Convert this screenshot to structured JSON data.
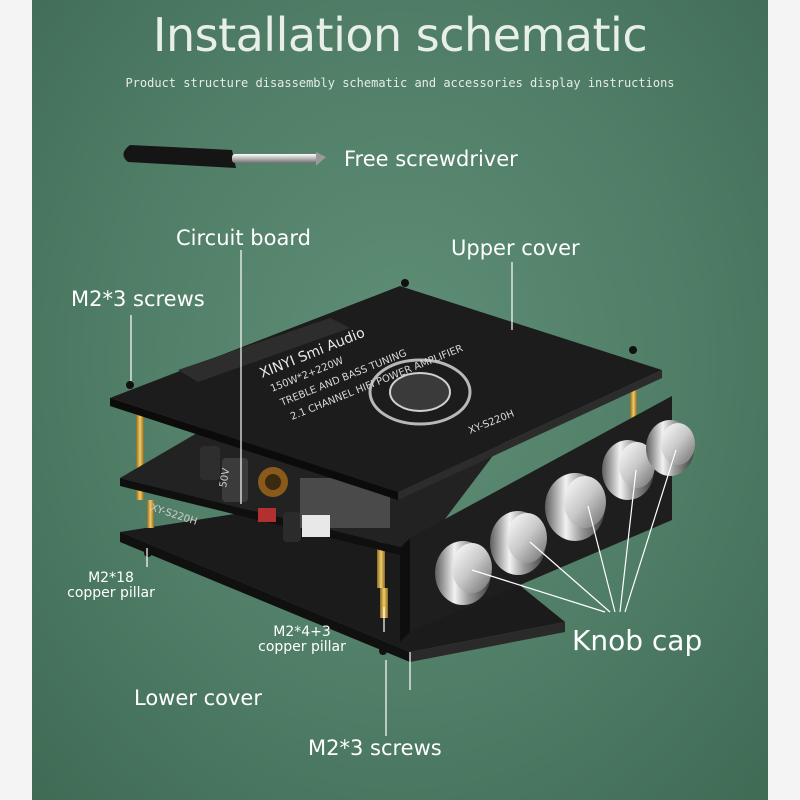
{
  "title": "Installation schematic",
  "subtitle": "Product structure disassembly schematic and accessories display instructions",
  "labels": {
    "screwdriver": "Free screwdriver",
    "circuit_board": "Circuit board",
    "upper_cover": "Upper cover",
    "m2x3_screws_top": "M2*3 screws",
    "m2x18_line1": "M2*18",
    "m2x18_line2": "copper pillar",
    "m2x4_line1": "M2*4+3",
    "m2x4_line2": "copper pillar",
    "lower_cover": "Lower cover",
    "m2x3_screws_bottom": "M2*3 screws",
    "knob_cap": "Knob cap"
  },
  "board_print": {
    "brand": "XINYI Smi Audio",
    "spec": "150W*2+220W",
    "tuning": "TREBLE AND BASS TUNING",
    "channel": "2.1 CHANNEL HIFI POWER AMPLIFIER",
    "model": "XY-S220H",
    "cap_text": "50V"
  },
  "colors": {
    "background": "#527f69",
    "board": "#1c1c1c",
    "text": "#ffffff",
    "copper": "#c9a24a"
  }
}
